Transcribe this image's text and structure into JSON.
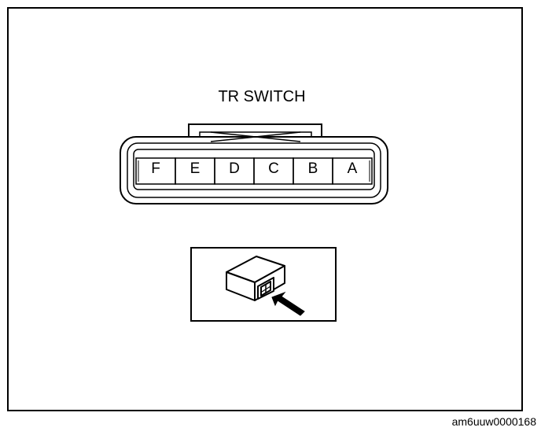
{
  "diagram": {
    "title": "TR SWITCH",
    "pins": [
      "F",
      "E",
      "D",
      "C",
      "B",
      "A"
    ],
    "view_icons": [
      "connector-body-icon",
      "arrow-icon"
    ],
    "footer_code": "am6uuw0000168"
  },
  "colors": {
    "line": "#000000",
    "background": "#ffffff"
  }
}
